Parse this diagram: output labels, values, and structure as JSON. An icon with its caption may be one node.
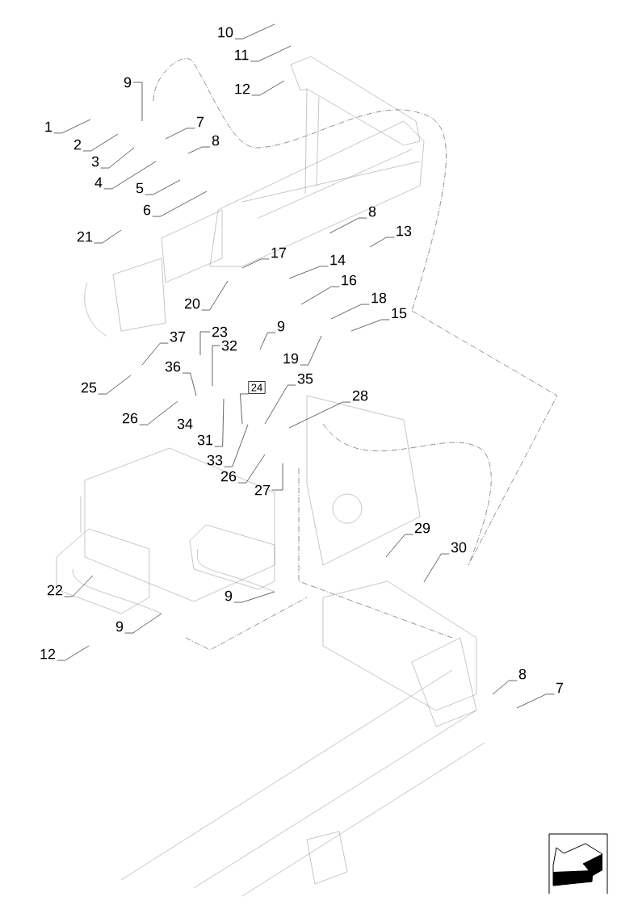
{
  "diagram": {
    "nodes": [
      {
        "text": [
          "10"
        ]
      },
      {
        "text": [
          "11"
        ]
      },
      {
        "text": [
          "12"
        ]
      },
      {
        "text": [
          "9"
        ]
      },
      {
        "text": [
          "1"
        ]
      },
      {
        "text": [
          "2"
        ]
      },
      {
        "text": [
          "7"
        ]
      },
      {
        "text": [
          "3"
        ]
      },
      {
        "text": [
          "8"
        ]
      },
      {
        "text": [
          "4"
        ]
      },
      {
        "text": [
          "5"
        ]
      },
      {
        "text": [
          "6"
        ]
      },
      {
        "text": [
          "8"
        ]
      },
      {
        "text": [
          "21"
        ]
      },
      {
        "text": [
          "13"
        ]
      },
      {
        "text": [
          "17"
        ]
      },
      {
        "text": [
          "14"
        ]
      },
      {
        "text": [
          "16"
        ]
      },
      {
        "text": [
          "20"
        ]
      },
      {
        "text": [
          "18"
        ]
      },
      {
        "text": [
          "15"
        ]
      },
      {
        "text": [
          "23"
        ]
      },
      {
        "text": [
          "37"
        ]
      },
      {
        "text": [
          "32"
        ]
      },
      {
        "text": [
          "9"
        ]
      },
      {
        "text": [
          "19"
        ]
      },
      {
        "text": [
          "36"
        ]
      },
      {
        "text": [
          "35"
        ]
      },
      {
        "text": [
          "25"
        ]
      },
      {
        "text": [
          "24"
        ]
      },
      {
        "text": [
          "28"
        ]
      },
      {
        "text": [
          "26"
        ]
      },
      {
        "text": [
          "31"
        ]
      },
      {
        "text": [
          "33"
        ]
      },
      {
        "text": [
          "26"
        ]
      },
      {
        "text": [
          "27"
        ]
      },
      {
        "text": [
          "29"
        ]
      },
      {
        "text": [
          "30"
        ]
      },
      {
        "text": [
          "22"
        ]
      },
      {
        "text": [
          "9"
        ]
      },
      {
        "text": [
          "9"
        ]
      },
      {
        "text": [
          "12"
        ]
      },
      {
        "text": [
          "8"
        ]
      },
      {
        "text": [
          "7"
        ]
      }
    ],
    "edges": [
      {
        "from": 0,
        "to": null,
        "arrow": "none"
      },
      {
        "from": 1,
        "to": null,
        "arrow": "none"
      },
      {
        "from": 2,
        "to": null,
        "arrow": "none"
      },
      {
        "from": 3,
        "to": null,
        "arrow": "none"
      },
      {
        "from": 4,
        "to": null,
        "arrow": "none"
      },
      {
        "from": 5,
        "to": null,
        "arrow": "none"
      },
      {
        "from": 6,
        "to": null,
        "arrow": "none"
      },
      {
        "from": 7,
        "to": null,
        "arrow": "none"
      },
      {
        "from": 8,
        "to": null,
        "arrow": "none"
      },
      {
        "from": 9,
        "to": null,
        "arrow": "none"
      },
      {
        "from": 10,
        "to": null,
        "arrow": "none"
      },
      {
        "from": 11,
        "to": null,
        "arrow": "none"
      },
      {
        "from": 12,
        "to": null,
        "arrow": "none"
      },
      {
        "from": 13,
        "to": null,
        "arrow": "none"
      },
      {
        "from": 14,
        "to": null,
        "arrow": "none"
      },
      {
        "from": 15,
        "to": null,
        "arrow": "none"
      },
      {
        "from": 16,
        "to": null,
        "arrow": "none"
      },
      {
        "from": 17,
        "to": null,
        "arrow": "none"
      },
      {
        "from": 18,
        "to": null,
        "arrow": "none"
      },
      {
        "from": 19,
        "to": null,
        "arrow": "none"
      },
      {
        "from": 20,
        "to": null,
        "arrow": "none"
      },
      {
        "from": 21,
        "to": null,
        "arrow": "none"
      },
      {
        "from": 22,
        "to": null,
        "arrow": "none"
      },
      {
        "from": 23,
        "to": null,
        "arrow": "none"
      },
      {
        "from": 24,
        "to": null,
        "arrow": "none"
      },
      {
        "from": 25,
        "to": null,
        "arrow": "none"
      },
      {
        "from": 26,
        "to": null,
        "arrow": "none"
      },
      {
        "from": 27,
        "to": null,
        "arrow": "none"
      },
      {
        "from": 28,
        "to": null,
        "arrow": "none"
      },
      {
        "from": 29,
        "to": null,
        "arrow": "none"
      },
      {
        "from": 30,
        "to": null,
        "arrow": "none"
      },
      {
        "from": 31,
        "to": null,
        "arrow": "none"
      },
      {
        "from": 32,
        "to": null,
        "arrow": "none"
      },
      {
        "from": 33,
        "to": null,
        "arrow": "none"
      },
      {
        "from": 34,
        "to": null,
        "arrow": "none"
      },
      {
        "from": 35,
        "to": null,
        "arrow": "none"
      },
      {
        "from": 36,
        "to": null,
        "arrow": "none"
      },
      {
        "from": 37,
        "to": null,
        "arrow": "none"
      },
      {
        "from": 38,
        "to": null,
        "arrow": "none"
      },
      {
        "from": 39,
        "to": null,
        "arrow": "none"
      },
      {
        "from": 40,
        "to": null,
        "arrow": "none"
      },
      {
        "from": 41,
        "to": null,
        "arrow": "none"
      },
      {
        "from": 42,
        "to": null,
        "arrow": "none"
      },
      {
        "from": 43,
        "to": null,
        "arrow": "none"
      }
    ],
    "labels": [
      "34"
    ]
  }
}
